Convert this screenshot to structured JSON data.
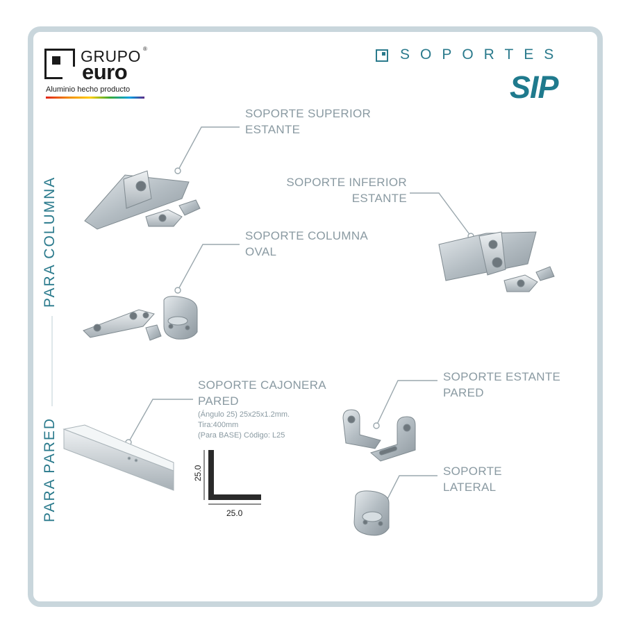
{
  "brand": {
    "grupo": "GRUPO",
    "registered": "®",
    "euro": "euro",
    "tagline": "Aluminio hecho producto"
  },
  "header": {
    "section": "SOPORTES",
    "product": "SIP"
  },
  "sections": {
    "column": "PARA COLUMNA",
    "wall": "PARA PARED"
  },
  "labels": {
    "superior": [
      "SOPORTE SUPERIOR",
      "ESTANTE"
    ],
    "inferior": [
      "SOPORTE INFERIOR",
      "ESTANTE"
    ],
    "columna_oval": [
      "SOPORTE COLUMNA",
      "OVAL"
    ],
    "cajonera": [
      "SOPORTE CAJONERA",
      "PARED"
    ],
    "estante_pared": [
      "SOPORTE ESTANTE",
      "PARED"
    ],
    "lateral": [
      "SOPORTE",
      "LATERAL"
    ]
  },
  "cajonera_specs": [
    "(Ángulo 25) 25x25x1.2mm.",
    "Tira:400mm",
    "(Para BASE) Código: L25"
  ],
  "dimensions": {
    "height": "25.0",
    "width": "25.0"
  },
  "colors": {
    "accent": "#2a7a8c",
    "label": "#8a9aa2",
    "frame": "#c9d6dc",
    "metal": "#b9c2c8"
  }
}
